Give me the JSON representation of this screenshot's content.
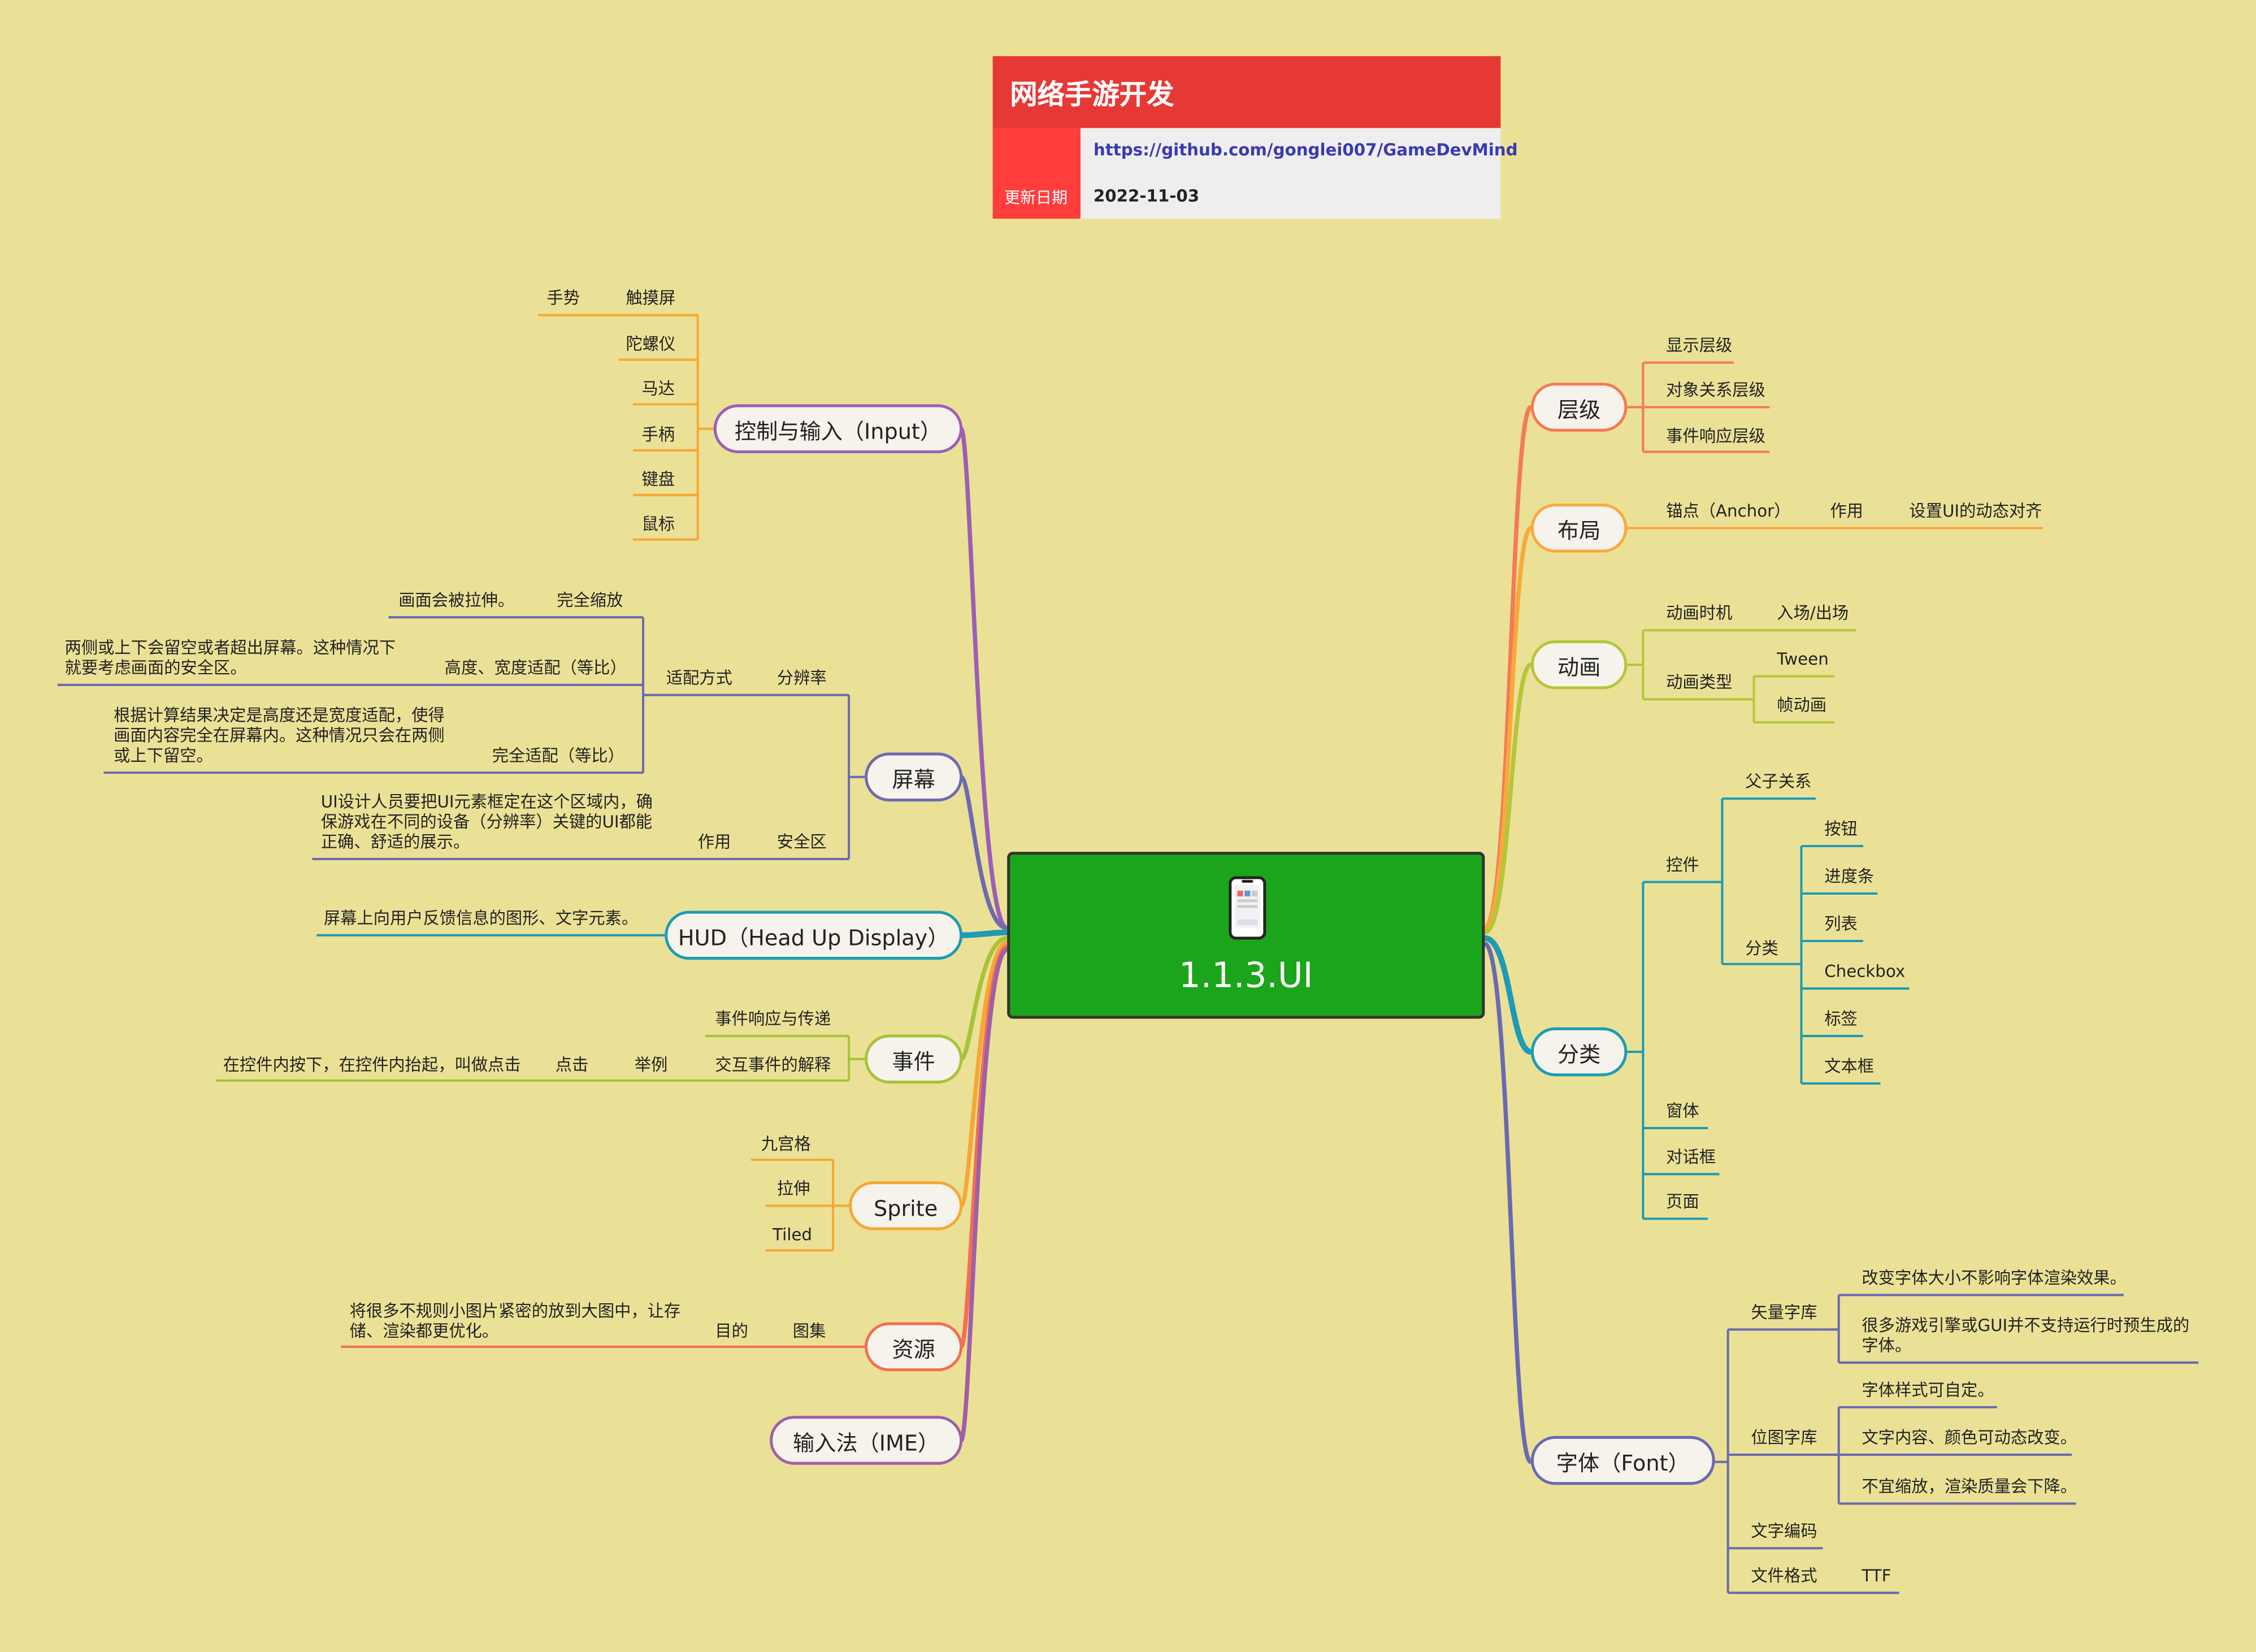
{
  "header": {
    "title": "网络手游开发",
    "url": "https://github.com/gonglei007/GameDevMind",
    "date_label": "更新日期",
    "date": "2022-11-03"
  },
  "center": {
    "title": "1.1.3.UI",
    "icon": "smartphone-icon"
  },
  "colors": {
    "background": "#ebe196",
    "center": "#1aa51a",
    "header_red": "#e63935",
    "input": "#9c5fb5",
    "screen": "#6e6ab0",
    "hud": "#1e9bb5",
    "event": "#a9c23a",
    "sprite": "#f7a733",
    "resource": "#f26f52",
    "ime": "#a05fa8",
    "layer": "#f57a55",
    "layout": "#f9a93c",
    "anim": "#b5c63b",
    "classify": "#1e9bb5",
    "font": "#6a6ab0"
  },
  "left": {
    "input": {
      "label": "控制与输入（Input）",
      "touch_gesture": "手势",
      "touch": "触摸屏",
      "gyro": "陀螺仪",
      "motor": "马达",
      "gamepad": "手柄",
      "keyboard": "键盘",
      "mouse": "鼠标"
    },
    "screen": {
      "label": "屏幕",
      "resolution": "分辨率",
      "adapt": "适配方式",
      "full_scale": "完全缩放",
      "full_scale_note": "画面会被拉伸。",
      "hw_fit": "高度、宽度适配（等比）",
      "hw_fit_note": "两侧或上下会留空或者超出屏幕。这种情况下就要考虑画面的安全区。",
      "full_fit": "完全适配（等比）",
      "full_fit_note": "根据计算结果决定是高度还是宽度适配，使得画面内容完全在屏幕内。这种情况只会在两侧或上下留空。",
      "safe_area": "安全区",
      "safe_area_use": "作用",
      "safe_area_note": "UI设计人员要把UI元素框定在这个区域内，确保游戏在不同的设备（分辨率）关键的UI都能正确、舒适的展示。"
    },
    "hud": {
      "label": "HUD（Head Up Display）",
      "note": "屏幕上向用户反馈信息的图形、文字元素。"
    },
    "event": {
      "label": "事件",
      "propagate": "事件响应与传递",
      "explain": "交互事件的解释",
      "example": "举例",
      "click": "点击",
      "click_note": "在控件内按下，在控件内抬起，叫做点击"
    },
    "sprite": {
      "label": "Sprite",
      "nine": "九宫格",
      "stretch": "拉伸",
      "tiled": "Tiled"
    },
    "resource": {
      "label": "资源",
      "atlas": "图集",
      "purpose": "目的",
      "note": "将很多不规则小图片紧密的放到大图中，让存储、渲染都更优化。"
    },
    "ime": {
      "label": "输入法（IME）"
    }
  },
  "right": {
    "layer": {
      "label": "层级",
      "display": "显示层级",
      "object": "对象关系层级",
      "event": "事件响应层级"
    },
    "layout": {
      "label": "布局",
      "anchor": "锚点（Anchor）",
      "use": "作用",
      "note": "设置UI的动态对齐"
    },
    "anim": {
      "label": "动画",
      "timing": "动画时机",
      "in_out": "入场/出场",
      "type": "动画类型",
      "tween": "Tween",
      "frame": "帧动画"
    },
    "classify": {
      "label": "分类",
      "control": "控件",
      "parent_child": "父子关系",
      "category": "分类",
      "items": [
        "按钮",
        "进度条",
        "列表",
        "Checkbox",
        "标签",
        "文本框"
      ],
      "window": "窗体",
      "dialog": "对话框",
      "page": "页面"
    },
    "font": {
      "label": "字体（Font）",
      "vector": "矢量字库",
      "vector_1": "改变字体大小不影响字体渲染效果。",
      "vector_2": "很多游戏引擎或GUI并不支持运行时预生成的字体。",
      "bitmap": "位图字库",
      "bitmap_1": "字体样式可自定。",
      "bitmap_2": "文字内容、颜色可动态改变。",
      "bitmap_3": "不宜缩放，渲染质量会下降。",
      "encoding": "文字编码",
      "format": "文件格式",
      "ttf": "TTF"
    }
  }
}
